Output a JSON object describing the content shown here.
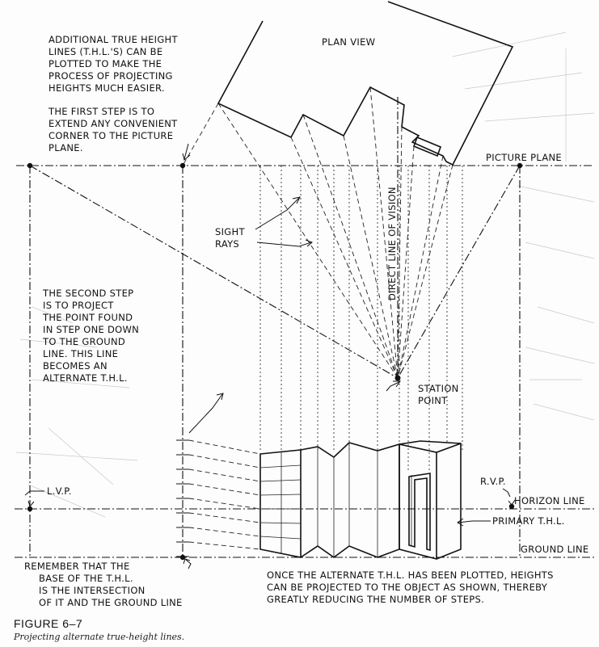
{
  "labels": {
    "plan_view": "PLAN VIEW",
    "picture_plane": "PICTURE PLANE",
    "direct_line": "DIRECT LINE OF VISION",
    "sight_rays": [
      "SIGHT",
      "RAYS"
    ],
    "station_point": [
      "STATION",
      "POINT"
    ],
    "lvp": "L.V.P.",
    "rvp": "R.V.P.",
    "horizon_line": "HORIZON LINE",
    "primary_thl": "PRIMARY T.H.L.",
    "ground_line": "GROUND LINE"
  },
  "notes": {
    "additional": [
      "ADDITIONAL TRUE HEIGHT",
      "LINES (T.H.L.'S) CAN BE",
      "PLOTTED TO MAKE THE",
      "PROCESS OF PROJECTING",
      "HEIGHTS MUCH EASIER."
    ],
    "first_step": [
      "THE FIRST STEP IS TO",
      "EXTEND ANY CONVENIENT",
      "CORNER TO THE PICTURE",
      "PLANE."
    ],
    "second_step": [
      "THE SECOND STEP",
      "IS TO PROJECT",
      "THE POINT FOUND",
      "IN STEP ONE DOWN",
      "TO THE GROUND",
      "LINE. THIS LINE",
      "BECOMES AN",
      "ALTERNATE T.H.L."
    ],
    "remember": [
      "REMEMBER THAT THE",
      "BASE OF THE T.H.L.",
      "IS THE INTERSECTION",
      "OF IT AND THE GROUND LINE"
    ],
    "once": [
      "ONCE THE ALTERNATE T.H.L. HAS BEEN PLOTTED, HEIGHTS",
      "CAN BE PROJECTED TO THE OBJECT AS SHOWN, THEREBY",
      "GREATLY REDUCING THE NUMBER OF STEPS."
    ]
  },
  "caption": {
    "title": "FIGURE 6–7",
    "subtitle": "Projecting alternate true-height lines."
  }
}
